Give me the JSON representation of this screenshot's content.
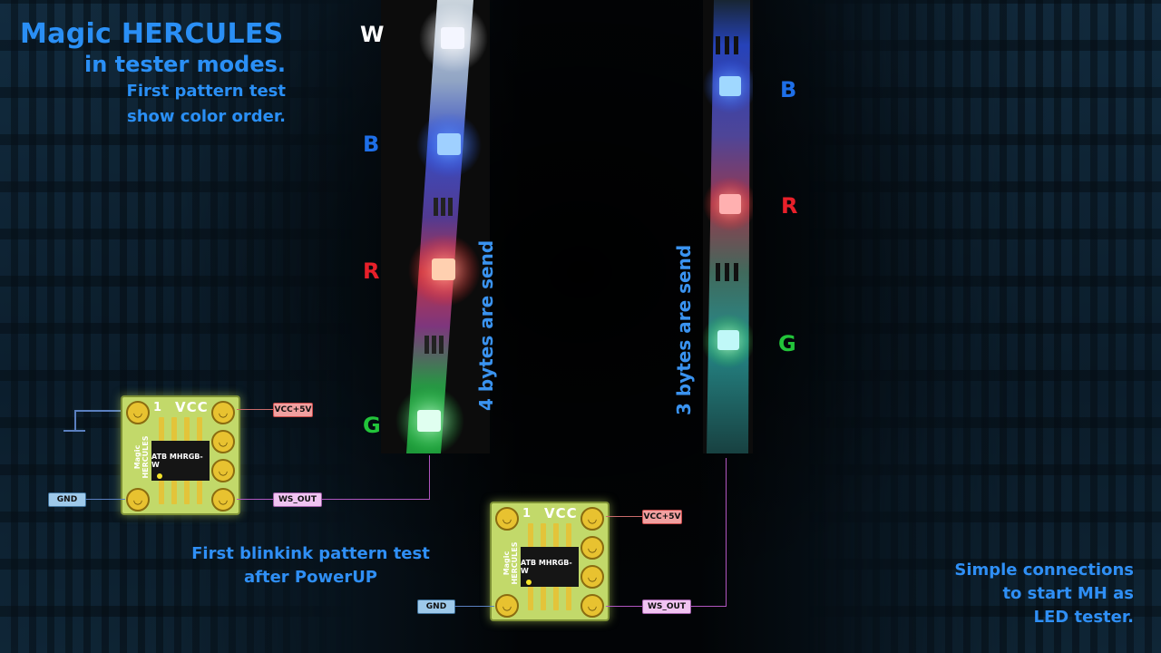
{
  "title": {
    "main": "Magic HERCULES",
    "sub": "in tester modes.",
    "desc_line1": "First pattern test",
    "desc_line2": "show color order."
  },
  "left_strip": {
    "channels": [
      "W",
      "B",
      "R",
      "G"
    ],
    "note": "4 bytes are send"
  },
  "right_strip": {
    "channels": [
      "B",
      "R",
      "G"
    ],
    "note": "3 bytes are send"
  },
  "board": {
    "pin1": "1",
    "vcc_text": "VCC",
    "brand_line1": "Magic",
    "brand_line2": "HERCULES",
    "chip_label": "ATB MHRGB-W",
    "tag_vcc": "VCC+5V",
    "tag_gnd": "GND",
    "tag_ws": "WS_OUT"
  },
  "captions": {
    "left_line1": "First blinkink pattern test",
    "left_line2": "after PowerUP",
    "right_line1": "Simple connections",
    "right_line2": "to start MH as",
    "right_line3": "LED tester."
  },
  "colors": {
    "accent_blue": "#2a8ff5",
    "white": "#ffffff",
    "blue": "#1e6fe8",
    "red": "#e8202a",
    "green": "#22c43a"
  }
}
